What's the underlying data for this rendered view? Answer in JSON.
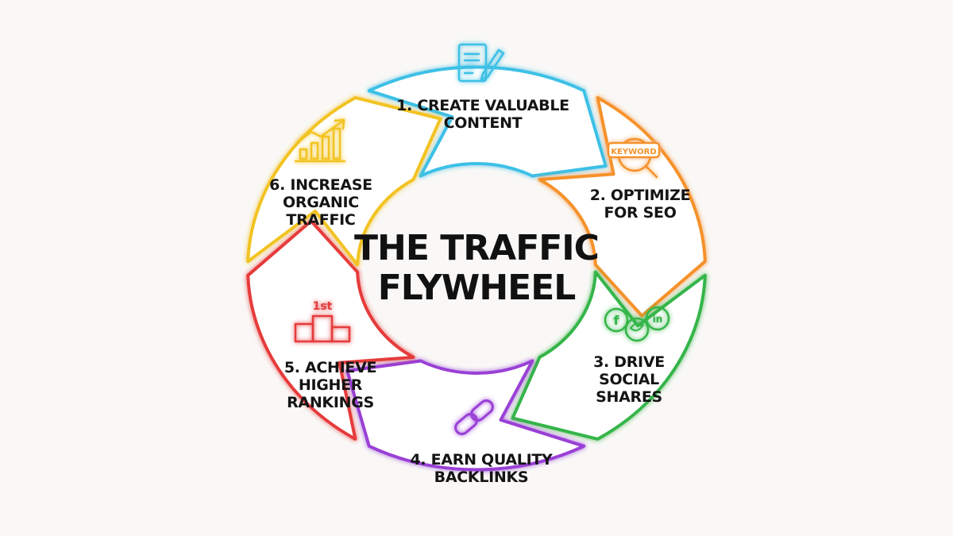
{
  "title": {
    "line1": "THE TRAFFIC",
    "line2": "FLYWHEEL"
  },
  "segments": [
    {
      "label": "1. CREATE VALUABLE\nCONTENT",
      "color": "#3ec0e6",
      "icon": "document-pen-icon"
    },
    {
      "label": "2. OPTIMIZE\nFOR SEO",
      "color": "#f5922a",
      "icon": "keyword-magnifier-icon",
      "icon_text": "KEYWORD"
    },
    {
      "label": "3. DRIVE\nSOCIAL\nSHARES",
      "color": "#35b54a",
      "icon": "social-media-icon"
    },
    {
      "label": "4. EARN QUALITY\nBACKLINKS",
      "color": "#9a3fd6",
      "icon": "chain-link-icon"
    },
    {
      "label": "5. ACHIEVE\nHIGHER\nRANKINGS",
      "color": "#e63a3a",
      "icon": "podium-icon",
      "icon_text": "1st"
    },
    {
      "label": "6. INCREASE\nORGANIC\nTRAFFIC",
      "color": "#f2c320",
      "icon": "growth-chart-icon"
    }
  ]
}
